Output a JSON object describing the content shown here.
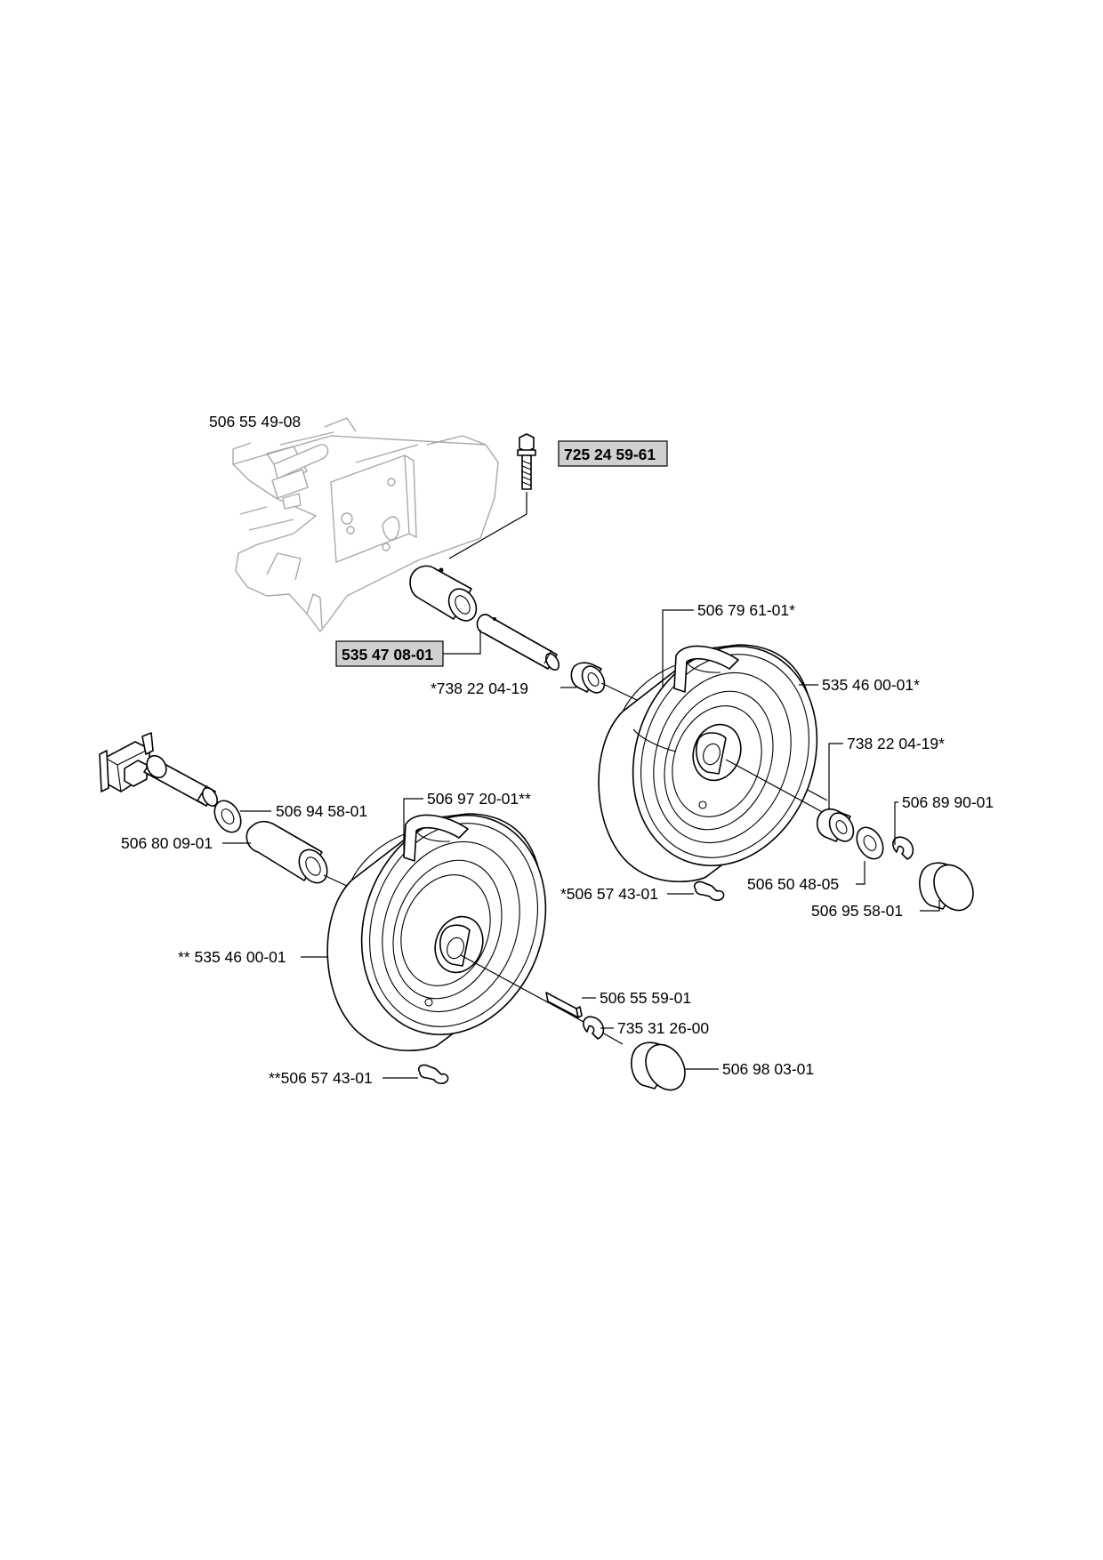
{
  "diagram": {
    "labels": {
      "frame": "506 55 49-08",
      "bolt": "725 24 59-61",
      "axle_pin": "535 47 08-01",
      "bearing_top_left": "*738 22 04-19",
      "rim_top": "506 79 61-01*",
      "tire_top": "535 46 00-01*",
      "bearing_top_right": "738 22 04-19*",
      "ring_top": "506 89 90-01",
      "washer_top": "506 50 48-05",
      "cap_top": "506 95 58-01",
      "valve_top": "*506 57 43-01",
      "washer_left": "506 94 58-01",
      "spacer_left": "506 80 09-01",
      "rim_bottom": "506 97 20-01**",
      "tire_bottom": "** 535 46 00-01",
      "key": "506 55 59-01",
      "ring_bottom": "735 31 26-00",
      "cap_bottom": "506 98 03-01",
      "valve_bottom": "**506 57 43-01"
    }
  }
}
